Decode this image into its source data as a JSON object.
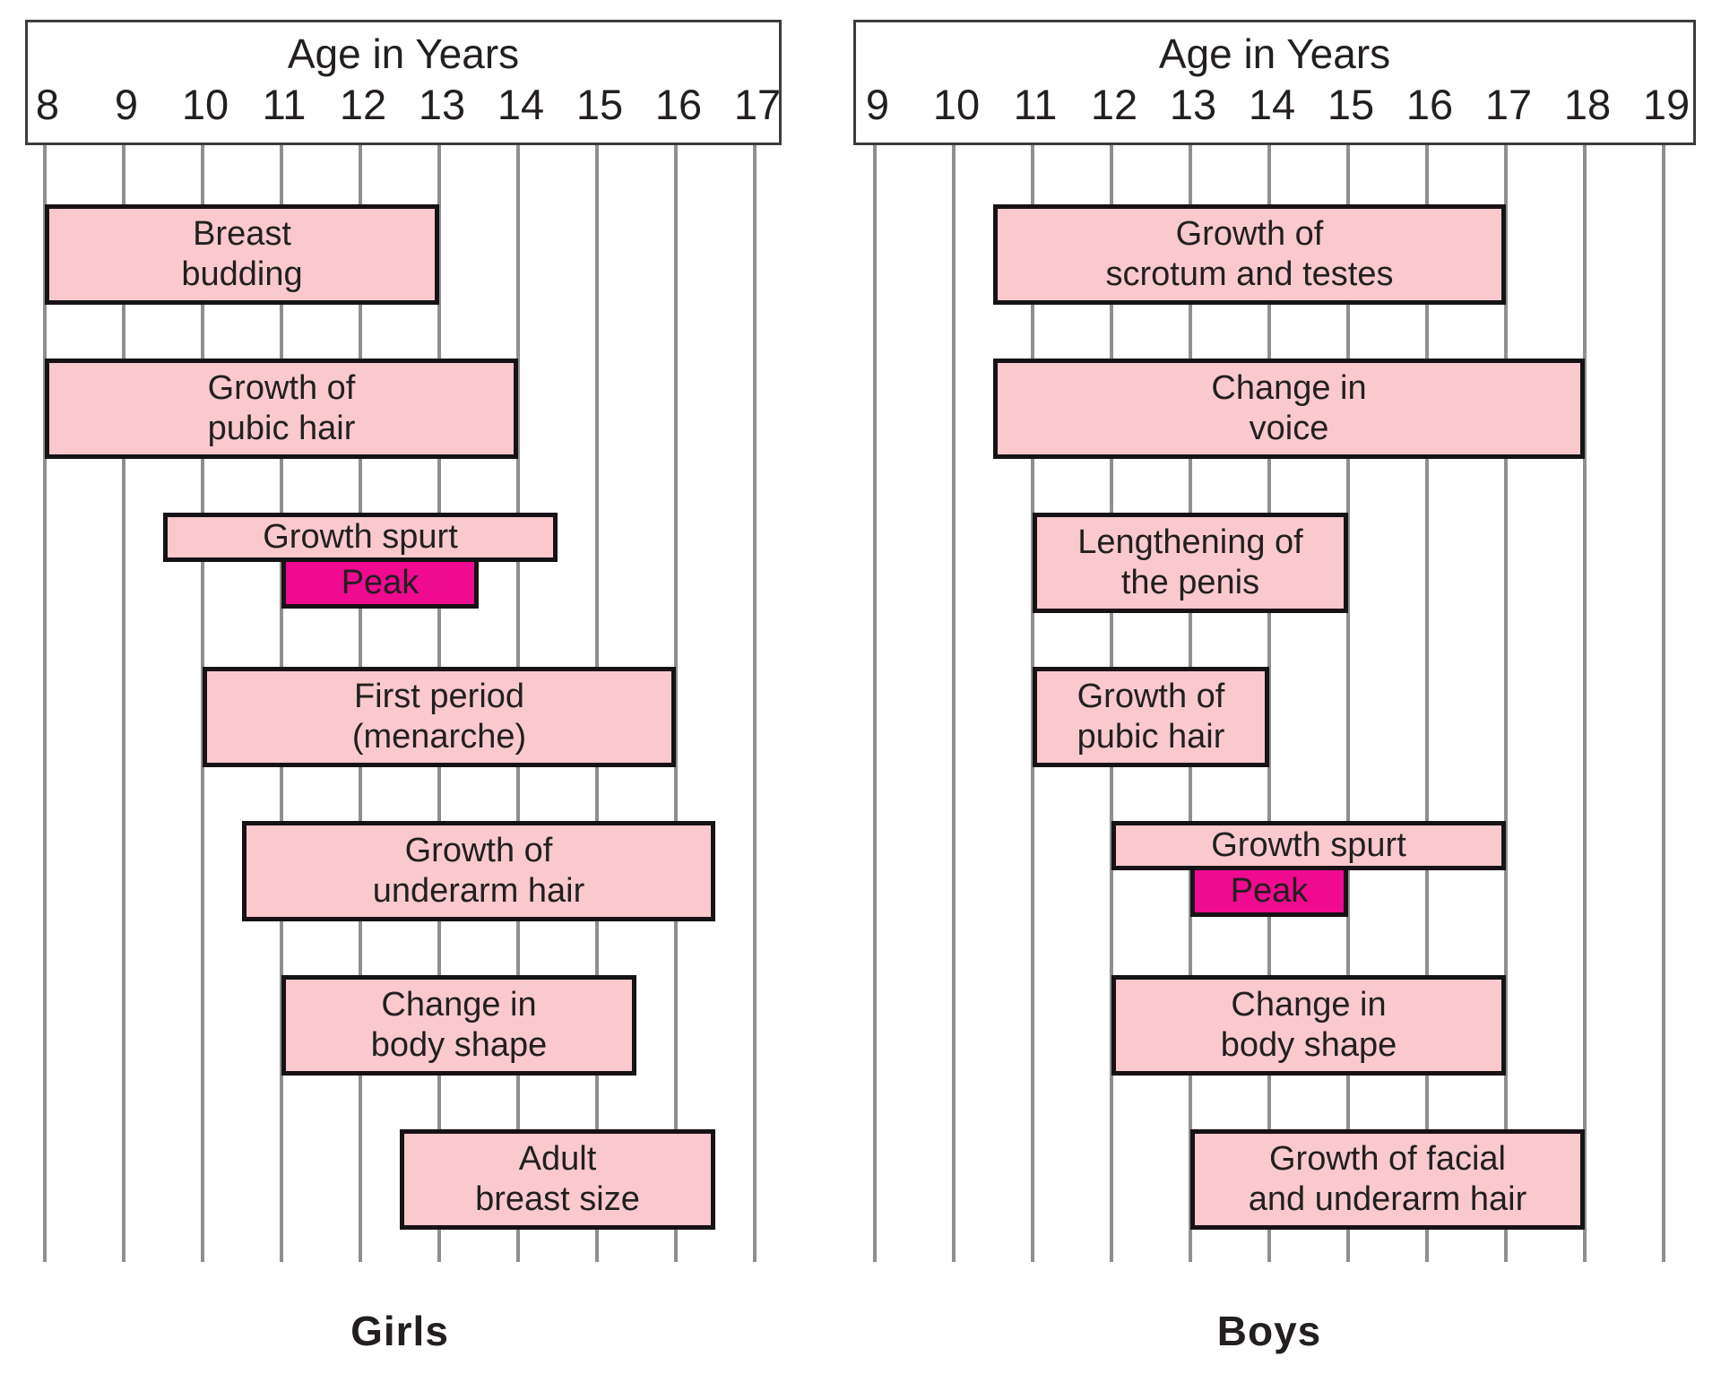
{
  "figure": {
    "kind": "puberty-timeline-diagram",
    "background": "#ffffff"
  },
  "colors": {
    "background": "#ffffff",
    "bar_fill": "#f9c9ce",
    "bar_border": "#171215",
    "peak_fill": "#ef0a90",
    "grid": "#8f8f8f",
    "axis_box_border": "#3c3c3c",
    "text": "#231f20"
  },
  "chart_data": [
    {
      "type": "gantt",
      "title": "Age in Years",
      "caption": "Girls",
      "axis": {
        "label": "Age in Years",
        "min": 8,
        "max": 17,
        "unit": "years",
        "grid": true,
        "ticks": [
          "8",
          "9",
          "10",
          "11",
          "12",
          "13",
          "14",
          "15",
          "16",
          "17"
        ]
      },
      "rows": [
        {
          "bars": [
            {
              "lines": [
                "Breast",
                "budding"
              ],
              "label": "Breast budding",
              "start": 8,
              "end": 13,
              "variant": "normal",
              "size": "full"
            }
          ]
        },
        {
          "bars": [
            {
              "lines": [
                "Growth of",
                "pubic hair"
              ],
              "label": "Growth of pubic hair",
              "start": 8,
              "end": 14,
              "variant": "normal",
              "size": "full"
            }
          ]
        },
        {
          "bars": [
            {
              "lines": [
                "Growth spurt"
              ],
              "label": "Growth spurt",
              "start": 9.5,
              "end": 14.5,
              "variant": "normal",
              "size": "top"
            },
            {
              "lines": [
                "Peak"
              ],
              "label": "Peak",
              "start": 11,
              "end": 13.5,
              "variant": "peak",
              "size": "bottom"
            }
          ]
        },
        {
          "bars": [
            {
              "lines": [
                "First period",
                "(menarche)"
              ],
              "label": "First period (menarche)",
              "start": 10,
              "end": 16,
              "variant": "normal",
              "size": "full"
            }
          ]
        },
        {
          "bars": [
            {
              "lines": [
                "Growth of",
                "underarm hair"
              ],
              "label": "Growth of underarm hair",
              "start": 10.5,
              "end": 16.5,
              "variant": "normal",
              "size": "full"
            }
          ]
        },
        {
          "bars": [
            {
              "lines": [
                "Change in",
                "body shape"
              ],
              "label": "Change in body shape",
              "start": 11,
              "end": 15.5,
              "variant": "normal",
              "size": "full"
            }
          ]
        },
        {
          "bars": [
            {
              "lines": [
                "Adult",
                "breast size"
              ],
              "label": "Adult breast size",
              "start": 12.5,
              "end": 16.5,
              "variant": "normal",
              "size": "full"
            }
          ]
        }
      ]
    },
    {
      "type": "gantt",
      "title": "Age in Years",
      "caption": "Boys",
      "axis": {
        "label": "Age in Years",
        "min": 9,
        "max": 19,
        "unit": "years",
        "grid": true,
        "ticks": [
          "9",
          "10",
          "11",
          "12",
          "13",
          "14",
          "15",
          "16",
          "17",
          "18",
          "19"
        ]
      },
      "rows": [
        {
          "bars": [
            {
              "lines": [
                "Growth of",
                "scrotum and testes"
              ],
              "label": "Growth of scrotum and testes",
              "start": 10.5,
              "end": 17,
              "variant": "normal",
              "size": "full"
            }
          ]
        },
        {
          "bars": [
            {
              "lines": [
                "Change in",
                "voice"
              ],
              "label": "Change in voice",
              "start": 10.5,
              "end": 18,
              "variant": "normal",
              "size": "full"
            }
          ]
        },
        {
          "bars": [
            {
              "lines": [
                "Lengthening of",
                "the penis"
              ],
              "label": "Lengthening of the penis",
              "start": 11,
              "end": 15,
              "variant": "normal",
              "size": "full"
            }
          ]
        },
        {
          "bars": [
            {
              "lines": [
                "Growth of",
                "pubic hair"
              ],
              "label": "Growth of pubic hair",
              "start": 11,
              "end": 14,
              "variant": "normal",
              "size": "full"
            }
          ]
        },
        {
          "bars": [
            {
              "lines": [
                "Growth spurt"
              ],
              "label": "Growth spurt",
              "start": 12,
              "end": 17,
              "variant": "normal",
              "size": "top"
            },
            {
              "lines": [
                "Peak"
              ],
              "label": "Peak",
              "start": 13,
              "end": 15,
              "variant": "peak",
              "size": "bottom"
            }
          ]
        },
        {
          "bars": [
            {
              "lines": [
                "Change in",
                "body shape"
              ],
              "label": "Change in body shape",
              "start": 12,
              "end": 17,
              "variant": "normal",
              "size": "full"
            }
          ]
        },
        {
          "bars": [
            {
              "lines": [
                "Growth of facial",
                "and underarm hair"
              ],
              "label": "Growth of facial and underarm hair",
              "start": 13,
              "end": 18,
              "variant": "normal",
              "size": "full"
            }
          ]
        }
      ]
    }
  ]
}
